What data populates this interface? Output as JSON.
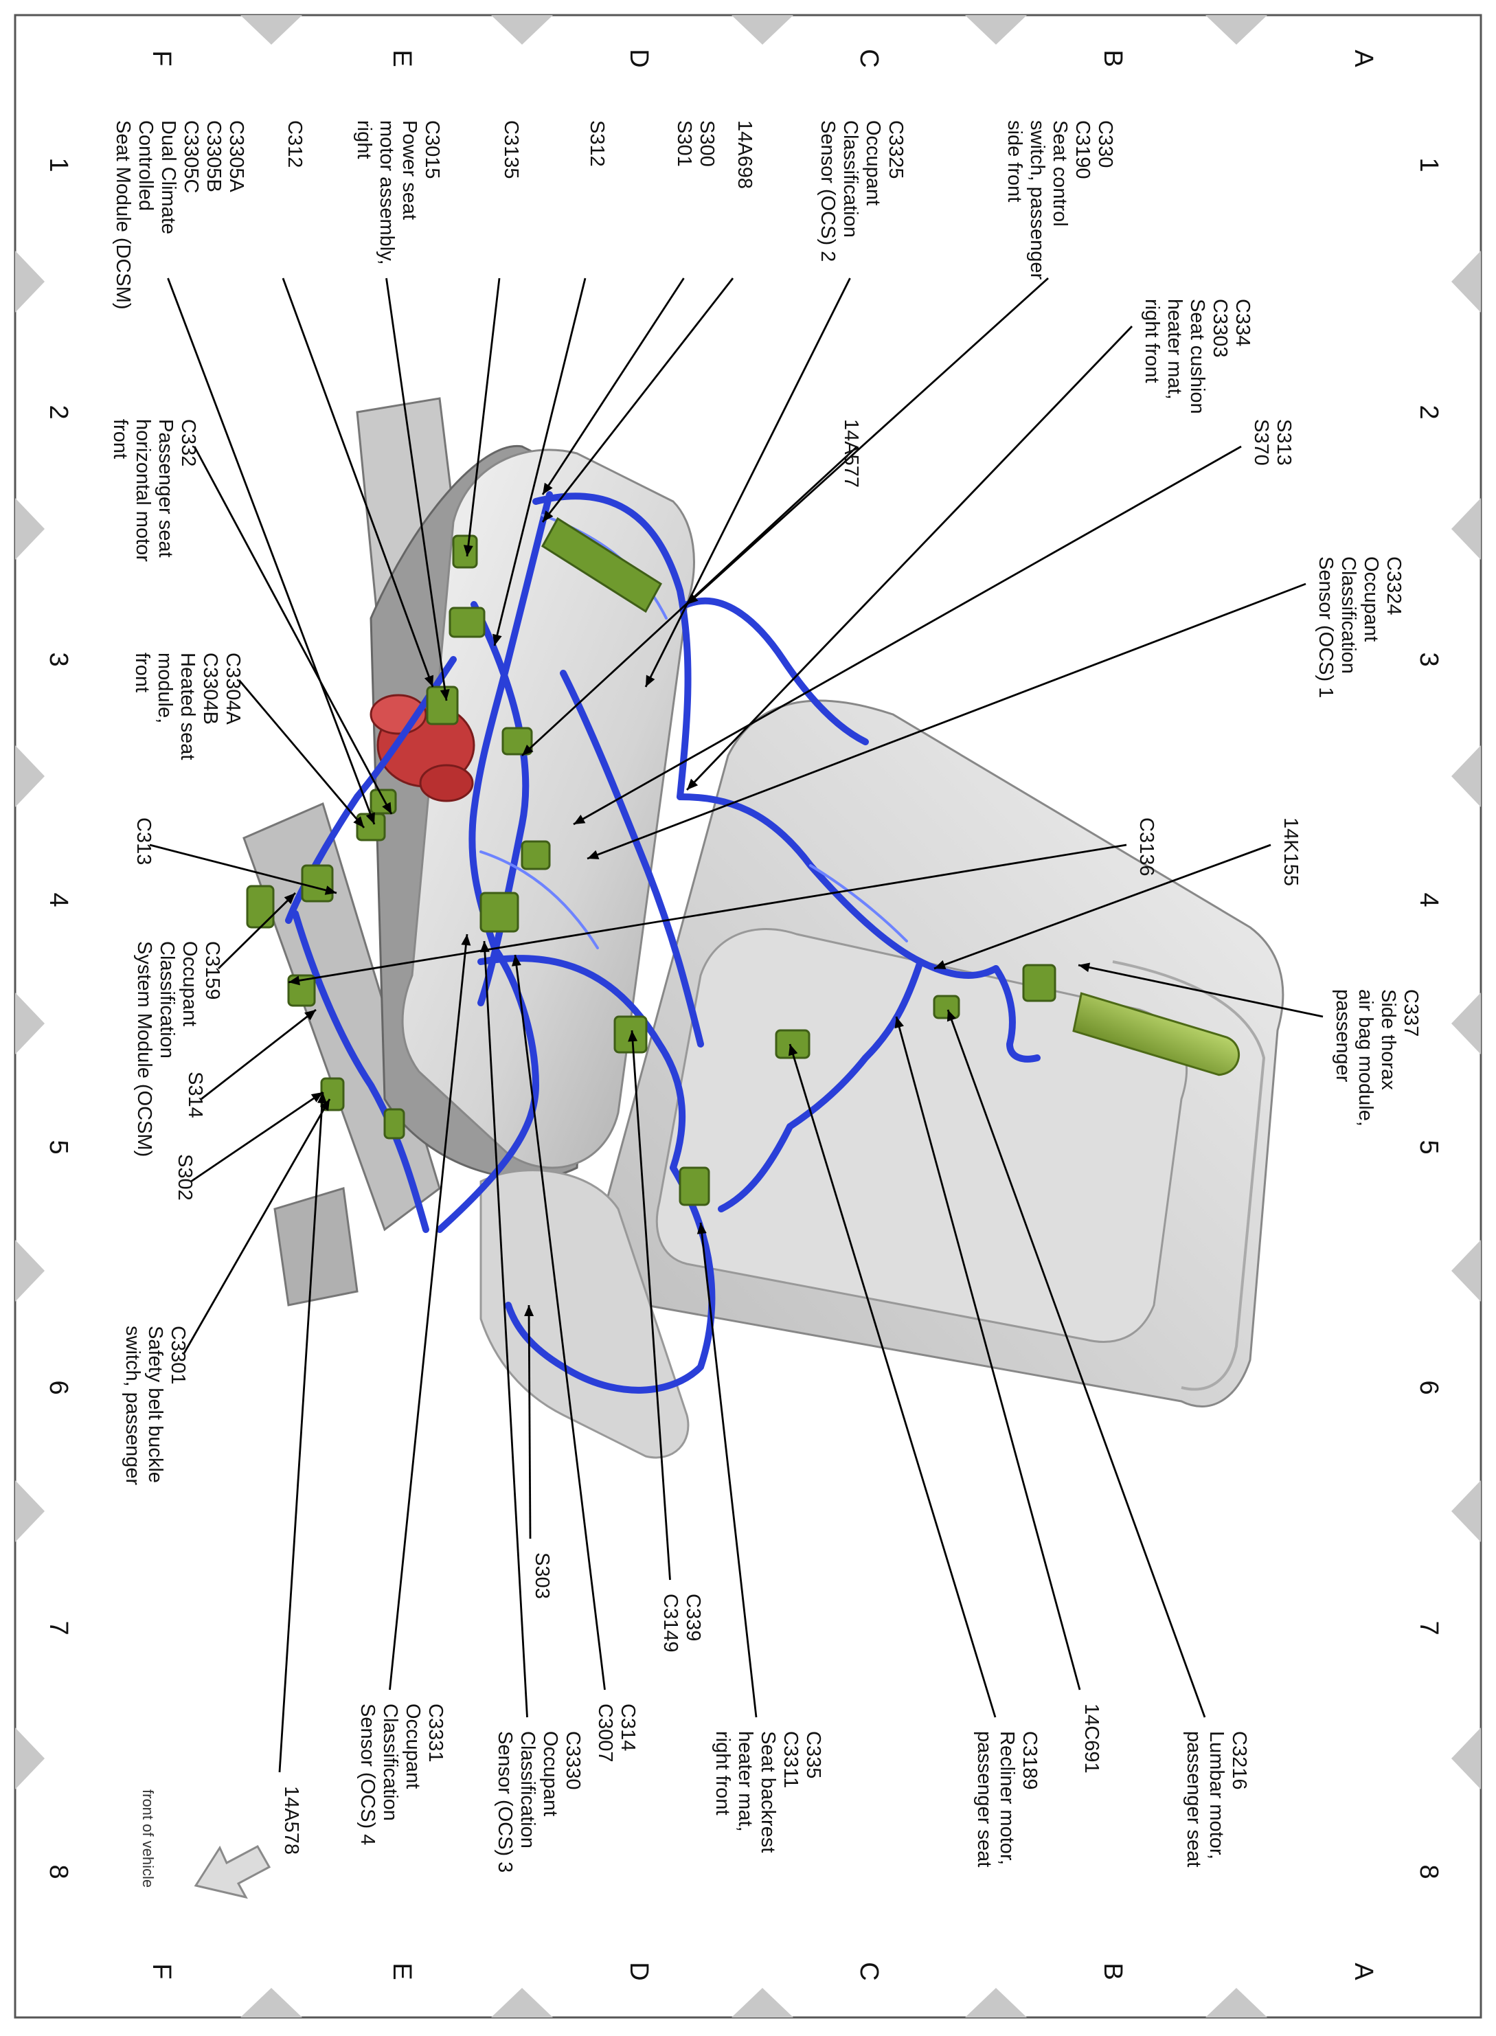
{
  "grid": {
    "rows": [
      "A",
      "B",
      "C",
      "D",
      "E",
      "F"
    ],
    "columns": [
      "1",
      "2",
      "3",
      "4",
      "5",
      "6",
      "7",
      "8"
    ]
  },
  "orientation": {
    "label": "front of vehicle",
    "icon": "arrow-icon"
  },
  "labels": [
    {
      "id": "c330",
      "lines": [
        "C330",
        "C3190",
        "Seat control",
        "switch, passenger",
        "side front"
      ]
    },
    {
      "id": "c3325",
      "lines": [
        "C3325",
        "Occupant",
        "Classification",
        "Sensor (OCS) 2"
      ]
    },
    {
      "id": "14a698",
      "lines": [
        "14A698"
      ]
    },
    {
      "id": "s300",
      "lines": [
        "S300",
        "S301"
      ]
    },
    {
      "id": "s312",
      "lines": [
        "S312"
      ]
    },
    {
      "id": "c3135",
      "lines": [
        "C3135"
      ]
    },
    {
      "id": "c3015",
      "lines": [
        "C3015",
        "Power seat",
        "motor assembly,",
        "right"
      ]
    },
    {
      "id": "c312",
      "lines": [
        "C312"
      ]
    },
    {
      "id": "c3305",
      "lines": [
        "C3305A",
        "C3305B",
        "C3305C",
        "Dual Climate",
        "Controlled",
        "Seat Module (DCSM)"
      ]
    },
    {
      "id": "c334",
      "lines": [
        "C334",
        "C3303",
        "Seat cushion",
        "heater mat,",
        "right front"
      ]
    },
    {
      "id": "s313",
      "lines": [
        "S313",
        "S370"
      ]
    },
    {
      "id": "14a577",
      "lines": [
        "14A577"
      ]
    },
    {
      "id": "c332",
      "lines": [
        "C332",
        "Passenger seat",
        "horizontal motor",
        "front"
      ]
    },
    {
      "id": "c3324",
      "lines": [
        "C3324",
        "Occupant",
        "Classification",
        "Sensor (OCS) 1"
      ]
    },
    {
      "id": "c3304",
      "lines": [
        "C3304A",
        "C3304B",
        "Heated seat",
        "module,",
        "front"
      ]
    },
    {
      "id": "c3136",
      "lines": [
        "C3136"
      ]
    },
    {
      "id": "14k155",
      "lines": [
        "14K155"
      ]
    },
    {
      "id": "c313",
      "lines": [
        "C313"
      ]
    },
    {
      "id": "c3159",
      "lines": [
        "C3159",
        "Occupant",
        "Classification",
        "System Module (OCSM)"
      ]
    },
    {
      "id": "s314",
      "lines": [
        "S314"
      ]
    },
    {
      "id": "c337",
      "lines": [
        "C337",
        "Side thorax",
        "air bag module,",
        "passenger"
      ]
    },
    {
      "id": "s302",
      "lines": [
        "S302"
      ]
    },
    {
      "id": "c3301",
      "lines": [
        "C3301",
        "Safety belt buckle",
        "switch, passenger"
      ]
    },
    {
      "id": "s303",
      "lines": [
        "S303"
      ]
    },
    {
      "id": "c339",
      "lines": [
        "C339",
        "C3149"
      ]
    },
    {
      "id": "c335",
      "lines": [
        "C335",
        "C3311",
        "Seat backrest",
        "heater mat,",
        "right front"
      ]
    },
    {
      "id": "c314",
      "lines": [
        "C314",
        "C3007"
      ]
    },
    {
      "id": "c3330",
      "lines": [
        "C3330",
        "Occupant",
        "Classification",
        "Sensor (OCS) 3"
      ]
    },
    {
      "id": "c3331",
      "lines": [
        "C3331",
        "Occupant",
        "Classification",
        "Sensor (OCS) 4"
      ]
    },
    {
      "id": "14a578",
      "lines": [
        "14A578"
      ]
    },
    {
      "id": "c3189",
      "lines": [
        "C3189",
        "Recliner motor,",
        "passenger seat"
      ]
    },
    {
      "id": "14c691",
      "lines": [
        "14C691"
      ]
    },
    {
      "id": "c3216",
      "lines": [
        "C3216",
        "Lumbar motor,",
        "passenger seat"
      ]
    }
  ]
}
